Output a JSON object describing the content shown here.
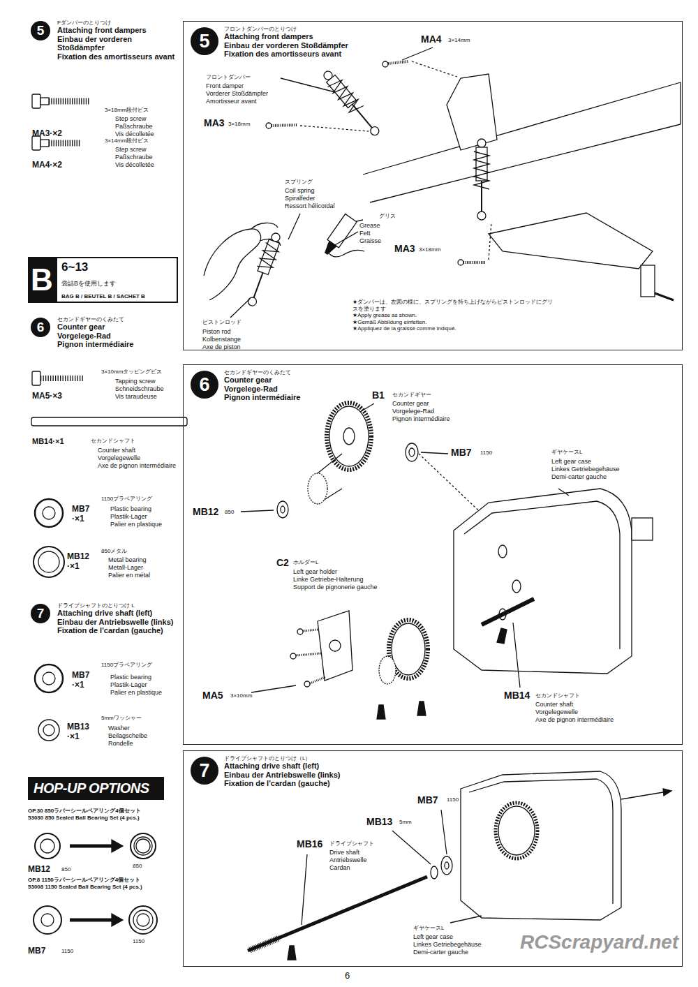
{
  "diagram": {
    "nodes": [
      {
        "text": [
          "5",
          "Fダンパーのとりつけ",
          "Attaching front dampers",
          "Einbau der vorderen Stoßdämpfer",
          "Fixation des amortisseurs avant"
        ]
      },
      {
        "text": [
          "フロントダンパーのとりつけ",
          "Attaching front dampers",
          "Einbau der vorderen Stoßdämpfer",
          "Fixation des amortisseurs avant"
        ]
      },
      {
        "text": [
          "5"
        ],
        "in": 1
      },
      {
        "text": [
          "B",
          "6~13",
          "袋詰Bを使用します",
          "BAG B / BEUTEL B / SACHET B"
        ]
      },
      {
        "text": [
          "6",
          "セカンドギヤーのくみたて",
          "Counter gear",
          "Vorgelege-Rad",
          "Pignon intermédiaire"
        ]
      },
      {
        "text": [
          "セカンドギヤーのくみたて",
          "Counter gear",
          "Vorgelege-Rad",
          "Pignon intermédiaire"
        ]
      },
      {
        "text": [
          "6"
        ],
        "in": 5
      },
      {
        "text": [
          "7",
          "ドライブシャフトのとりつけ L",
          "Attaching drive shaft (left)",
          "Einbau der Antriebswelle (links)",
          "Fixation de l'cardan (gauche)"
        ]
      },
      {
        "text": [
          "ドライブシャフトのとりつけ（L）",
          "Attaching drive shaft (left)",
          "Einbau der Antriebswelle (links)",
          "Fixation de l'cardan (gauche)"
        ]
      },
      {
        "text": [
          "7"
        ],
        "in": 8
      },
      {
        "text": [
          "HOP-UP OPTIONS"
        ]
      }
    ],
    "labels": [
      "3×18mm段付ビス",
      "Step screw",
      "Paßschraube",
      "Vis décolletée",
      "MA3·×2",
      "3×14mm段付ビス",
      "Step screw",
      "Paßschraube",
      "Vis décolletée",
      "MA4·×2",
      "3×10mmタッピングビス",
      "Tapping screw",
      "Schneidschraube",
      "Vis taraudeuse",
      "MA5·×3",
      "MB14·×1",
      "セカンドシャフト",
      "Counter shaft",
      "Vorgelegewelle",
      "Axe de pignon intermédiaire",
      "1150プラベアリング",
      "MB7",
      "·×1",
      "Plastic bearing",
      "Plastik-Lager",
      "Palier en plastique",
      "850メタル",
      "MB12",
      "·×1",
      "Metal bearing",
      "Metall-Lager",
      "Palier en métal",
      "1150プラベアリング",
      "MB7",
      "·×1",
      "Plastic bearing",
      "Plastik-Lager",
      "Palier en plastique",
      "5mmワッシャー",
      "MB13",
      "·×1",
      "Washer",
      "Beilagscheibe",
      "Rondelle",
      "OP.30 850ラバーシールベアリング4個セット",
      "53030 850 Sealed Ball Bearing Set (4 pcs.)",
      "MB12",
      "850",
      "850",
      "OP.8 1150ラバーシールベアリング4個セット",
      "53008 1150 Sealed Ball Bearing Set (4 pcs.)",
      "MB7",
      "1150",
      "1150",
      "MA4",
      "3×14mm",
      "フロントダンパー",
      "Front damper",
      "Vorderer Stoßdämpfer",
      "Amortisseur avant",
      "MA3",
      "3×18mm",
      "スプリング",
      "Coil spring",
      "Spiralfeder",
      "Ressort hélicoïdal",
      "グリス",
      "Grease",
      "Fett",
      "Graisse",
      "MA3",
      "3×18mm",
      "ピストンロッド",
      "Piston rod",
      "Kolbenstange",
      "Axe de piston",
      "★ダンパーは、左図の様に、スプリングを持ち上げながらピストンロッドにグリスを塗ります",
      "★Apply grease as shown.",
      "★Gemäß Abbildung einfetten.",
      "★Appliquez de la graisse comme indiqué.",
      "B1",
      "セカンドギヤー",
      "Counter gear",
      "Vorgelege-Rad",
      "Pignon intermédiaire",
      "MB7",
      "1150",
      "ギヤケースL",
      "Left gear case",
      "Linkes Getriebegehäuse",
      "Demi-carter gauche",
      "MB12",
      "850",
      "C2",
      "ホルダーL",
      "Left gear holder",
      "Linke Getriebe-Halterung",
      "Support de pignonerie gauche",
      "MA5",
      "3×10mm",
      "MB14",
      "セカンドシャフト",
      "Counter shaft",
      "Vorgelegewelle",
      "Axe de pignon intermédiaire",
      "MB7",
      "1150",
      "MB13",
      "5mm",
      "MB16",
      "ドライブシャフト",
      "Drive shaft",
      "Antriebswelle",
      "Cardan",
      "ギヤケースL",
      "Left gear case",
      "Linkes Getriebegehäuse",
      "Demi-carter gauche",
      "RCScrapyard.net",
      "6"
    ]
  }
}
